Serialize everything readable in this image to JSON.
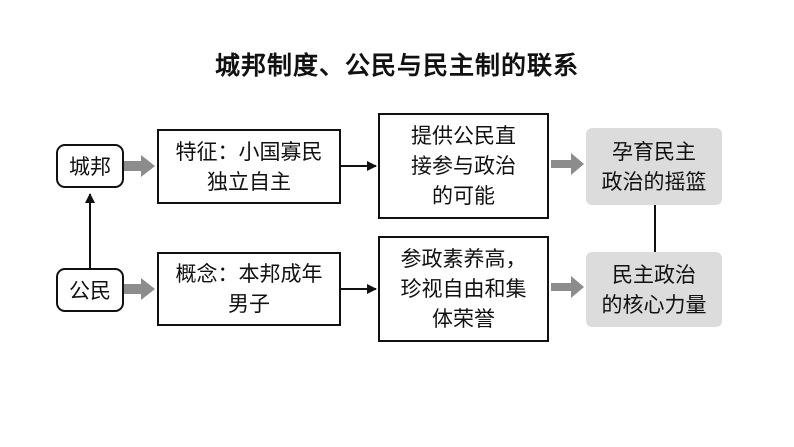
{
  "title": "城邦制度、公民与民主制的联系",
  "nodes": {
    "chengbang": "城邦",
    "gongmin": "公民",
    "feature": "特征：小国寡民\n独立自主",
    "concept": "概念：本邦成年\n男子",
    "possibility": "提供公民直\n接参与政治\n的可能",
    "quality": "参政素养高，\n珍视自由和集\n体荣誉",
    "cradle": "孕育民主\n政治的摇篮",
    "core": "民主政治\n的核心力量"
  },
  "colors": {
    "grey_arrow": "#8c8c8c",
    "grey_box": "#dcdcdc",
    "line": "#111111"
  }
}
